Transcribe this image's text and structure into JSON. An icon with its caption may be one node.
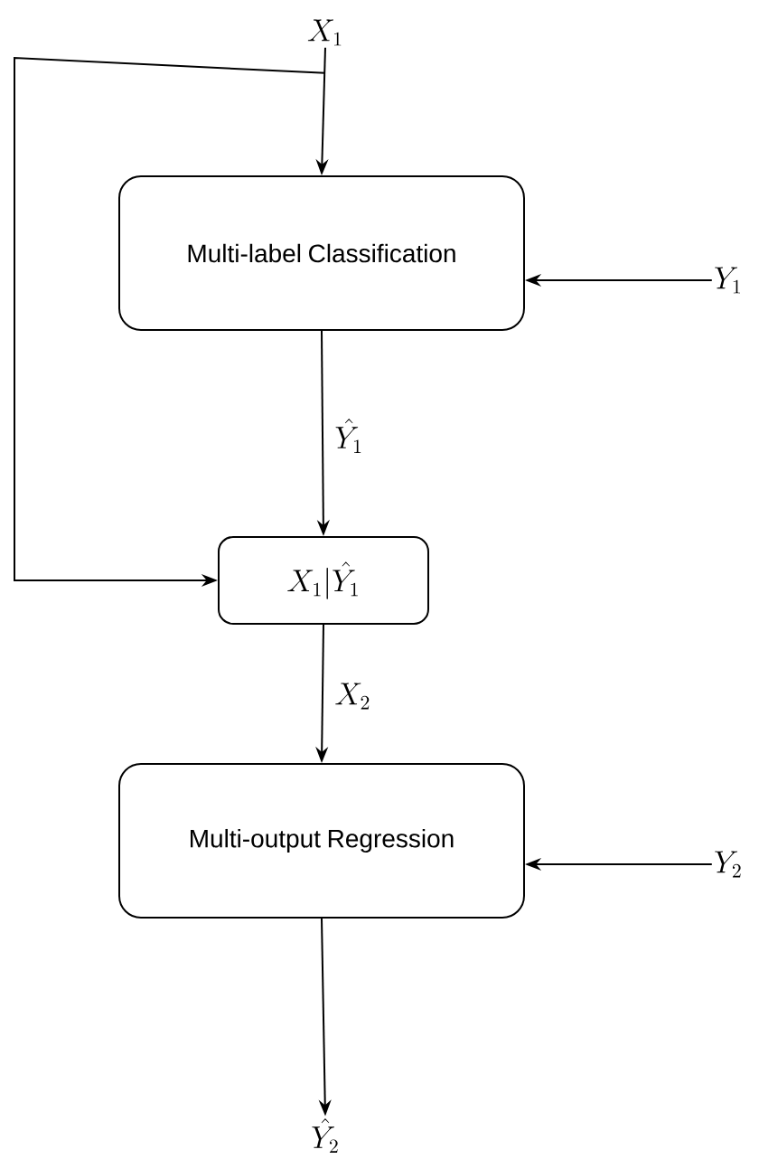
{
  "diagram": {
    "nodes": [
      {
        "text": [
          "X_1"
        ]
      },
      {
        "text": [
          "Multi-label Classification"
        ]
      },
      {
        "text": [
          "Y_1"
        ]
      },
      {
        "text": [
          "X_1|\\hat{Y_1}"
        ]
      },
      {
        "text": [
          "Multi-output Regression"
        ]
      },
      {
        "text": [
          "Y_2"
        ]
      },
      {
        "text": [
          "\\hat{Y_2}"
        ]
      }
    ],
    "edges": [
      {
        "from": 0,
        "to": 1,
        "arrow": "to"
      },
      {
        "from": 0,
        "to": 3,
        "arrow": "to"
      },
      {
        "from": 2,
        "to": 1,
        "arrow": "to"
      },
      {
        "from": 1,
        "to": 3,
        "arrow": "to",
        "label": "\\hat{Y_1}"
      },
      {
        "from": 3,
        "to": 4,
        "arrow": "to",
        "label": "X_2"
      },
      {
        "from": 5,
        "to": 4,
        "arrow": "to"
      },
      {
        "from": 4,
        "to": 6,
        "arrow": "to"
      }
    ]
  }
}
